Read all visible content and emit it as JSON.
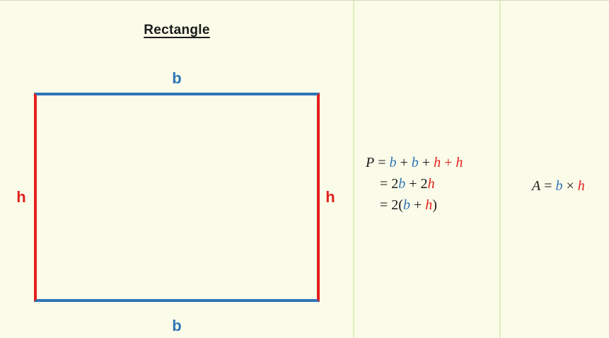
{
  "colors": {
    "background": "#fbfbe9",
    "blue": "#2e75b6",
    "red": "#e2201c",
    "divider": "#dfedbe",
    "black": "#1a1a1a"
  },
  "diagram": {
    "title": "Rectangle",
    "label_base_top": "b",
    "label_base_bottom": "b",
    "label_height_left": "h",
    "label_height_right": "h"
  },
  "formulas": {
    "perimeter": {
      "line1": [
        {
          "text": "P",
          "color": "black",
          "italic": true
        },
        {
          "text": " = ",
          "color": "black",
          "italic": false
        },
        {
          "text": "b",
          "color": "blue",
          "italic": true
        },
        {
          "text": " + ",
          "color": "black",
          "italic": false
        },
        {
          "text": "b",
          "color": "blue",
          "italic": true
        },
        {
          "text": " + ",
          "color": "black",
          "italic": false
        },
        {
          "text": "h",
          "color": "red",
          "italic": true
        },
        {
          "text": " + ",
          "color": "red",
          "italic": false
        },
        {
          "text": "h",
          "color": "red",
          "italic": true
        }
      ],
      "line2": [
        {
          "text": "= 2",
          "color": "black",
          "italic": false
        },
        {
          "text": "b",
          "color": "blue",
          "italic": true
        },
        {
          "text": " + 2",
          "color": "black",
          "italic": false
        },
        {
          "text": "h",
          "color": "red",
          "italic": true
        }
      ],
      "line3": [
        {
          "text": "= 2(",
          "color": "black",
          "italic": false
        },
        {
          "text": "b",
          "color": "blue",
          "italic": true
        },
        {
          "text": " + ",
          "color": "black",
          "italic": false
        },
        {
          "text": "h",
          "color": "red",
          "italic": true
        },
        {
          "text": ")",
          "color": "black",
          "italic": false
        }
      ]
    },
    "area": [
      {
        "text": "A",
        "color": "black",
        "italic": true
      },
      {
        "text": " = ",
        "color": "black",
        "italic": false
      },
      {
        "text": "b",
        "color": "blue",
        "italic": true
      },
      {
        "text": " × ",
        "color": "black",
        "italic": false
      },
      {
        "text": "h",
        "color": "red",
        "italic": true
      }
    ]
  }
}
